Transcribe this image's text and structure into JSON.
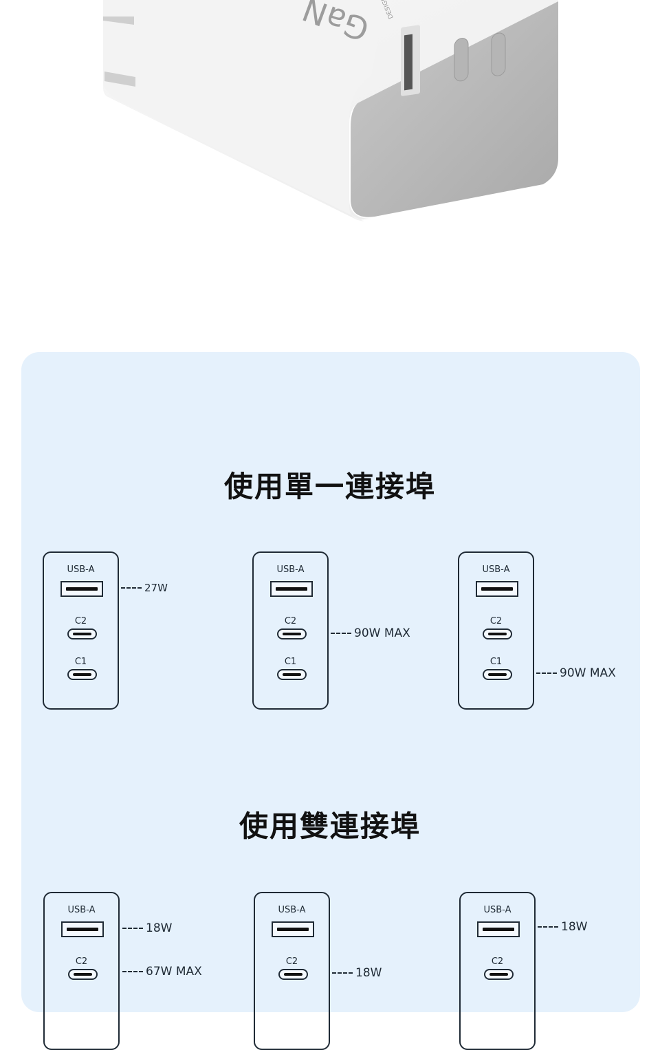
{
  "product_image": {
    "brand_mark": "GaN",
    "brand_subtext": "DESIGNED"
  },
  "colors": {
    "panel_bg": "#e5f1fc",
    "line": "#1f2a35",
    "title": "#111111"
  },
  "single_port": {
    "title": "使用單一連接埠",
    "diagrams": [
      {
        "ports": {
          "usb_a": "USB-A",
          "c2": "C2",
          "c1": "C1"
        },
        "callouts": [
          {
            "port": "usb_a",
            "value": "27W"
          }
        ]
      },
      {
        "ports": {
          "usb_a": "USB-A",
          "c2": "C2",
          "c1": "C1"
        },
        "callouts": [
          {
            "port": "c2",
            "value": "90W MAX"
          }
        ]
      },
      {
        "ports": {
          "usb_a": "USB-A",
          "c2": "C2",
          "c1": "C1"
        },
        "callouts": [
          {
            "port": "c1",
            "value": "90W MAX"
          }
        ]
      }
    ]
  },
  "dual_port": {
    "title": "使用雙連接埠",
    "diagrams": [
      {
        "ports": {
          "usb_a": "USB-A",
          "c2": "C2"
        },
        "callouts": [
          {
            "port": "usb_a",
            "value": "18W"
          },
          {
            "port": "c2",
            "value": "67W MAX"
          }
        ]
      },
      {
        "ports": {
          "usb_a": "USB-A",
          "c2": "C2"
        },
        "callouts": [
          {
            "port": "c2",
            "value": "18W"
          }
        ]
      },
      {
        "ports": {
          "usb_a": "USB-A",
          "c2": "C2"
        },
        "callouts": [
          {
            "port": "usb_a",
            "value": "18W"
          }
        ]
      }
    ]
  }
}
